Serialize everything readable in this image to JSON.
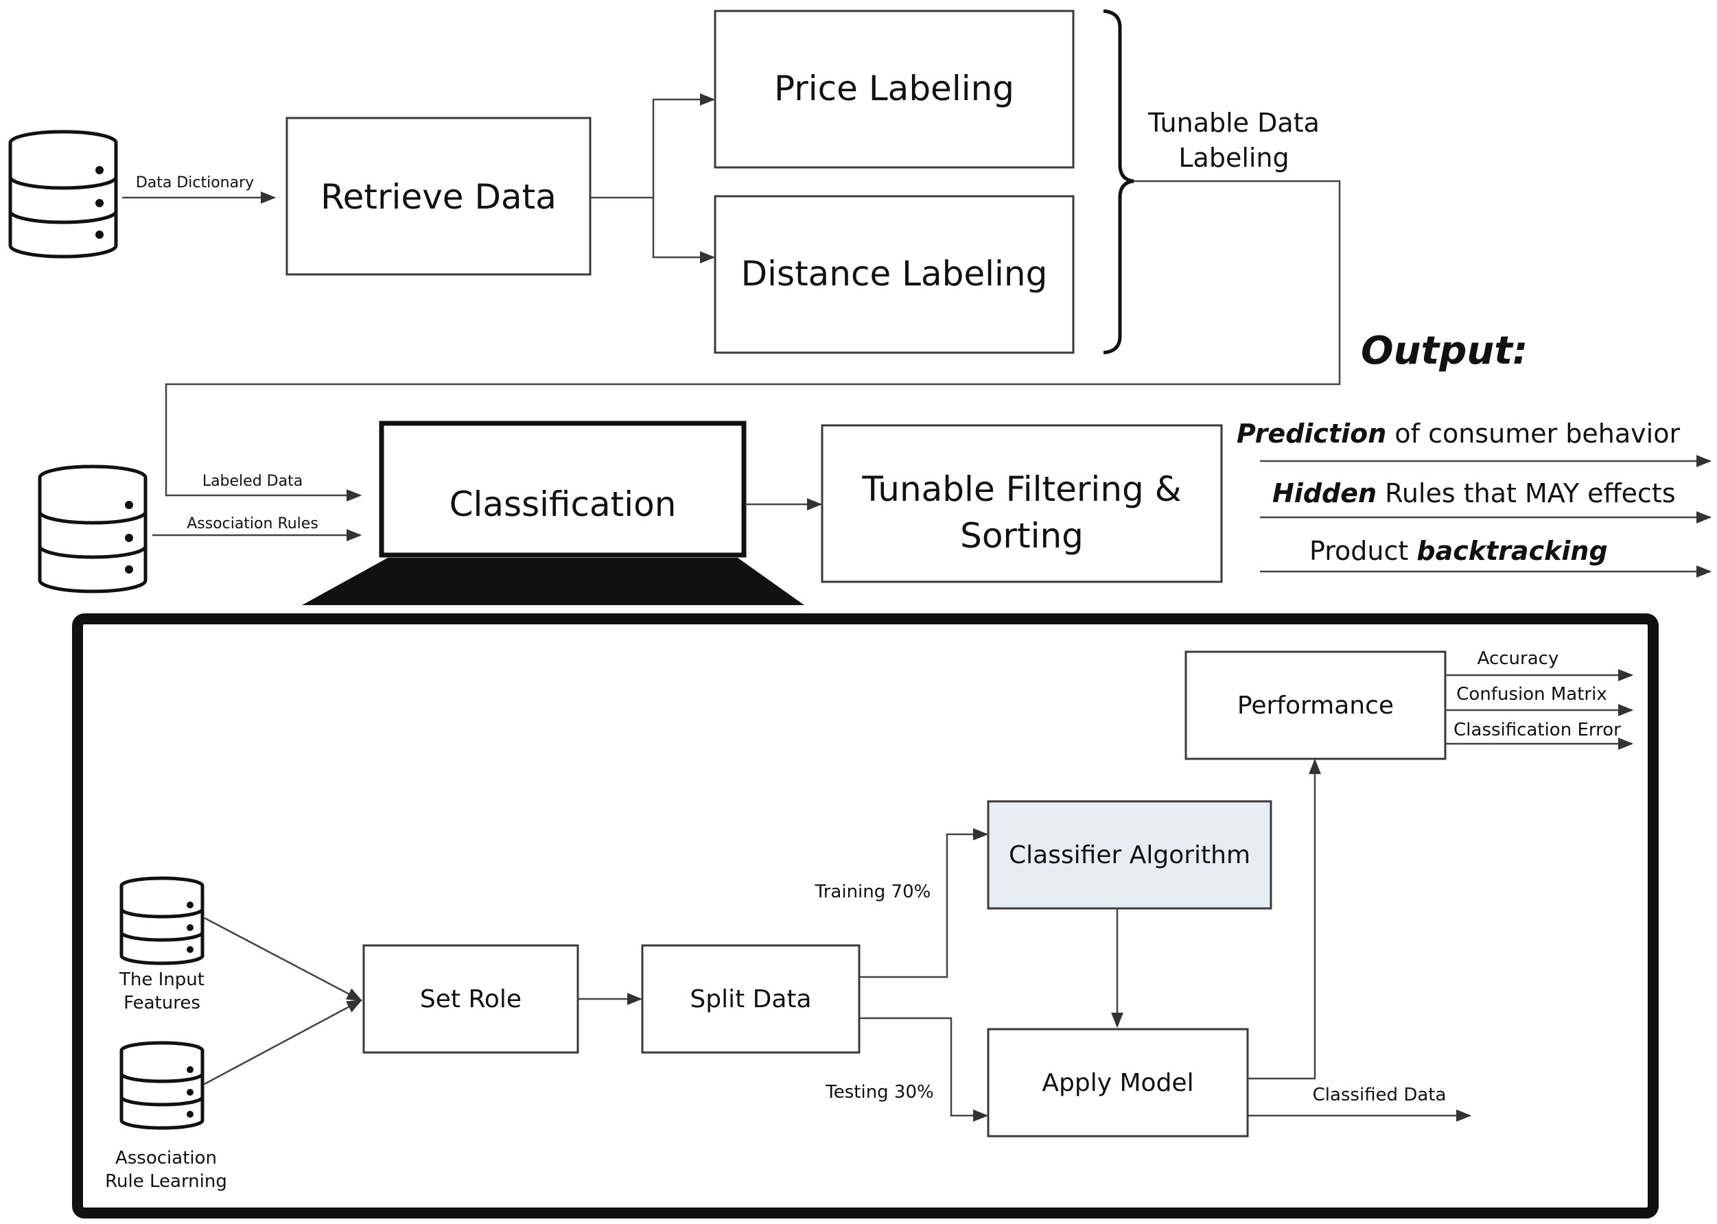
{
  "top": {
    "data_dictionary_label": "Data Dictionary",
    "retrieve_data": "Retrieve Data",
    "price_labeling": "Price Labeling",
    "distance_labeling": "Distance Labeling",
    "tunable_data_labeling": [
      "Tunable Data",
      "Labeling"
    ]
  },
  "middle": {
    "labeled_data_label": "Labeled Data",
    "association_rules_label": "Association Rules",
    "classification": "Classification",
    "tunable_filtering": [
      "Tunable Filtering &",
      "Sorting"
    ],
    "output_title": "Output:",
    "outputs": [
      {
        "emph": "Prediction",
        "rest": " of consumer behavior"
      },
      {
        "emph": "Hidden",
        "rest": " Rules that MAY effects"
      },
      {
        "pre": "Product ",
        "emph": "backtracking"
      }
    ]
  },
  "bottom": {
    "input_features": [
      "The Input",
      "Features"
    ],
    "association_rule_learning": [
      "Association",
      "Rule Learning"
    ],
    "set_role": "Set Role",
    "split_data": "Split Data",
    "training": "Training 70%",
    "testing": "Testing 30%",
    "classifier_algorithm": "Classifier Algorithm",
    "apply_model": "Apply Model",
    "classified_data": "Classified Data",
    "performance": "Performance",
    "metrics": [
      "Accuracy",
      "Confusion Matrix",
      "Classification Error"
    ]
  },
  "colors": {
    "classifier_fill": "#e8edf3",
    "line": "#444444",
    "frame": "#111111"
  }
}
